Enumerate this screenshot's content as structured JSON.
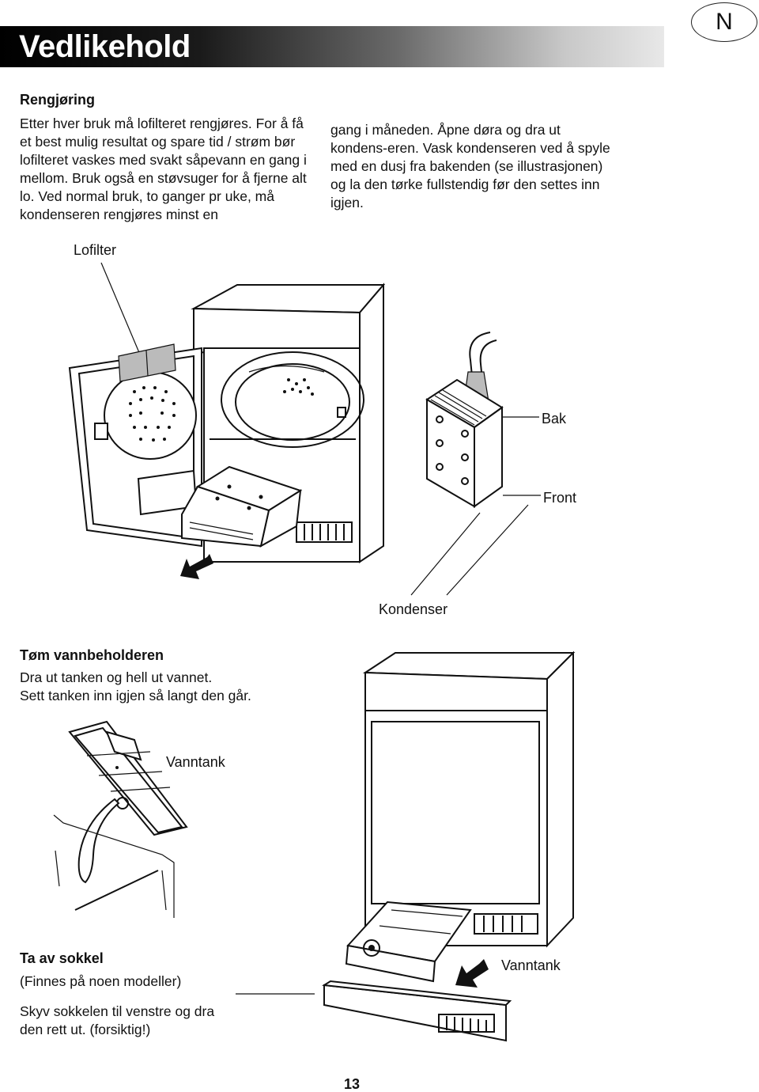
{
  "header": {
    "title": "Vedlikehold",
    "language_badge": "N"
  },
  "cleaning": {
    "heading": "Rengjøring",
    "col1": "Etter hver bruk må lofilteret rengjøres. For å få et best mulig resultat og spare tid / strøm bør lofilteret vaskes med svakt såpevann en gang i mellom. Bruk også en støvsuger for å fjerne alt lo. Ved normal bruk, to ganger pr uke, må kondenseren rengjøres minst en",
    "col2": "gang i måneden. Åpne døra og dra ut kondens-eren. Vask kondenseren ved å spyle med en dusj fra bakenden (se illustrasjonen) og la den tørke fullstendig før den settes inn igjen.",
    "labels": {
      "lofilter": "Lofilter",
      "bak": "Bak",
      "front": "Front",
      "kondenser": "Kondenser"
    }
  },
  "water_tank": {
    "heading": "Tøm vannbeholderen",
    "text_line1": "Dra ut tanken og hell ut vannet.",
    "text_line2": "Sett tanken inn igjen så langt den går.",
    "label_left": "Vanntank",
    "label_right": "Vanntank"
  },
  "plinth": {
    "heading": "Ta av sokkel",
    "subheading": "(Finnes på noen modeller)",
    "text": "Skyv sokkelen til venstre og dra den rett ut. (forsiktig!)"
  },
  "footer": {
    "page_number": "13"
  },
  "icons": {
    "arrow_out": "arrow-down-left-icon",
    "shower": "shower-hose-icon"
  }
}
